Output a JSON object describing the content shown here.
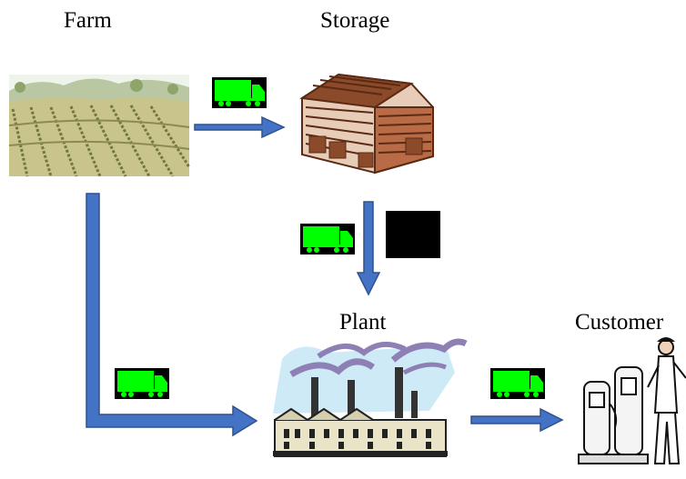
{
  "diagram": {
    "nodes": {
      "farm": {
        "label": "Farm",
        "icon": "farm-field-icon"
      },
      "storage": {
        "label": "Storage",
        "icon": "storage-barn-icon"
      },
      "plant": {
        "label": "Plant",
        "icon": "plant-factory-icon"
      },
      "customer": {
        "label": "Customer",
        "icon": "customer-fuel-pump-icon"
      }
    },
    "edges": [
      {
        "from": "farm",
        "to": "storage",
        "vehicle": "truck-icon"
      },
      {
        "from": "storage",
        "to": "plant",
        "vehicle": "truck-icon"
      },
      {
        "from": "farm",
        "to": "plant",
        "vehicle": "truck-icon"
      },
      {
        "from": "plant",
        "to": "customer",
        "vehicle": "truck-icon"
      }
    ],
    "colors": {
      "arrow_fill": "#4472c4",
      "arrow_stroke": "#2f528f",
      "truck_body": "#00ff00",
      "truck_outline": "#000000",
      "barn": "#7a3b1e",
      "sky": "#cfeaf7",
      "smoke": "#8e7fb5",
      "field": "#a3b06a"
    }
  }
}
